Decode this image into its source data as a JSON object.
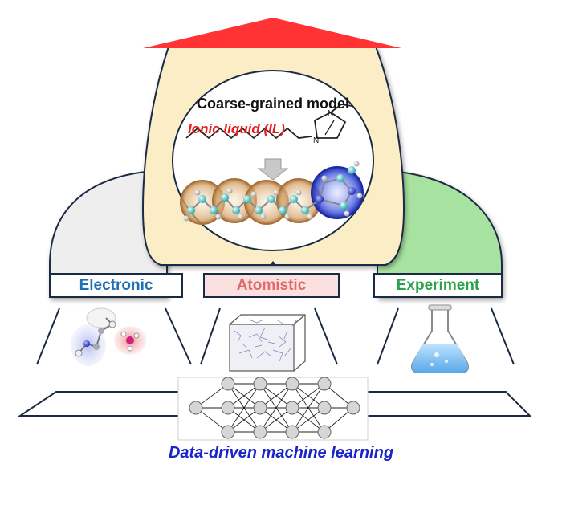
{
  "diagram": {
    "core_title": "Coarse-grained model",
    "molecule_label": "Ionic liquid (IL)",
    "pillars": [
      {
        "label": "Electronic",
        "color": "#1f6fb2"
      },
      {
        "label": "Atomistic",
        "color": "#e06a6a"
      },
      {
        "label": "Experiment",
        "color": "#2aa14a"
      }
    ],
    "footer": "Data-driven machine learning",
    "colors": {
      "roof": "#ff3333",
      "capsule": "#fbeec6",
      "left_arch": "#eeeeee",
      "right_arch": "#a8e2a0",
      "cg_bead": "#c8955a",
      "ring_bead": "#2a3ec8",
      "footer_text": "#1a24c8"
    },
    "icons": [
      "electron-density-icon",
      "simulation-box-icon",
      "flask-icon",
      "neural-network-icon"
    ]
  }
}
